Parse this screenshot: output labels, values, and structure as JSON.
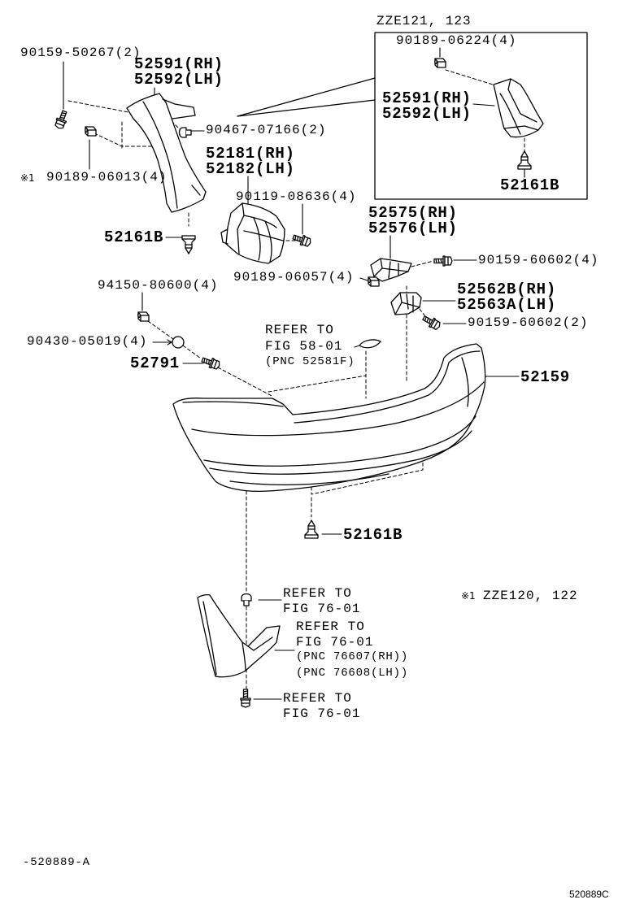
{
  "diagram": {
    "inset_title": "ZZE121, 123",
    "inset_bolt": "90189-06224(4)",
    "inset_liner_rh": "52591(RH)",
    "inset_liner_lh": "52592(LH)",
    "inset_clip": "52161B",
    "bolt_top_left": "90159-50267(2)",
    "liner_rh": "52591(RH)",
    "liner_lh": "52592(LH)",
    "clip_90467": "90467-07166(2)",
    "retainer_rh": "52181(RH)",
    "retainer_lh": "52182(LH)",
    "note_mark": "※1",
    "nut_90189_06013": "90189-06013(4)",
    "bolt_90119": "90119-08636(4)",
    "bracket_rh": "52575(RH)",
    "bracket_lh": "52576(LH)",
    "clip_left": "52161B",
    "bolt_90159_4": "90159-60602(4)",
    "bolt_90189_06057": "90189-06057(4)",
    "nut_94150": "94150-80600(4)",
    "bracket_side_rh": "52562B(RH)",
    "bracket_side_lh": "52563A(LH)",
    "bolt_90159_2": "90159-60602(2)",
    "ref_58": [
      "REFER TO",
      "FIG 58-01",
      "(PNC 52581F)"
    ],
    "washer_90430": "90430-05019(4)",
    "screw_52791": "52791",
    "bumper_cover": "52159",
    "clip_bottom": "52161B",
    "ref_76_a": [
      "REFER TO",
      "FIG 76-01"
    ],
    "footnote_mark": "※1",
    "footnote_text": "ZZE120, 122",
    "ref_76_b": [
      "REFER TO",
      "FIG 76-01",
      "(PNC 76607(RH))",
      "(PNC 76608(LH))"
    ],
    "ref_76_c": [
      "REFER TO",
      "FIG 76-01"
    ],
    "drawing_code": "-520889-A",
    "figure_code": "520889C"
  }
}
